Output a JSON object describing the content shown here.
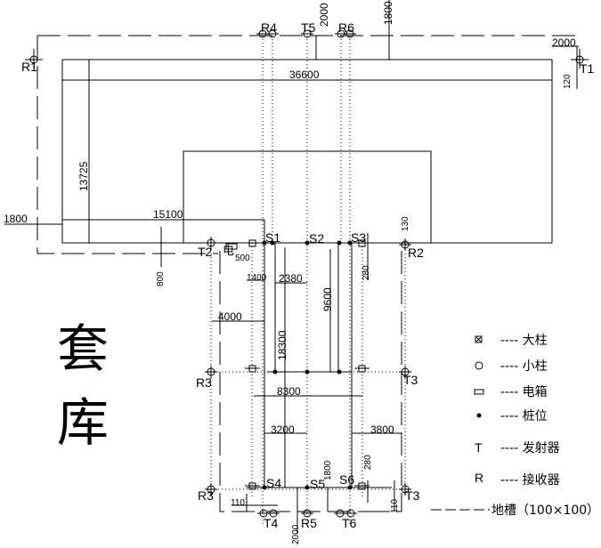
{
  "title": "套库",
  "title_chars": [
    "套",
    "库"
  ],
  "dimensions": {
    "total_width": "36600",
    "total_depth": "13725",
    "left_offset": "15100",
    "left_margin": "1800",
    "top_margin_1": "2000",
    "top_margin_2": "1800",
    "right_margin": "2000",
    "right_small": "120",
    "r2_small": "130",
    "box_offset": "500",
    "bottom_800": "800",
    "d1400": "1400",
    "d2380": "2380",
    "d9600": "9600",
    "d280a": "280",
    "d4000": "4000",
    "d18300": "18300",
    "d8300": "8300",
    "d3200": "3200",
    "d3800": "3800",
    "d1800b": "1800",
    "d280b": "280",
    "d110a": "110",
    "d110b": "110",
    "d2000b": "2000"
  },
  "points": {
    "R1": "R1",
    "T1": "T1",
    "R4": "R4",
    "T5": "T5",
    "R6": "R6",
    "S1": "S1",
    "S2": "S2",
    "S3": "S3",
    "T2": "T2",
    "R2": "R2",
    "R3a": "R3",
    "T3a": "T3",
    "S4": "S4",
    "S5": "S5",
    "S6": "S6",
    "R3b": "R3",
    "T3b": "T3",
    "T4": "T4",
    "R5": "R5",
    "T6": "T6",
    "box": "电"
  },
  "legend": [
    {
      "symbol": "large-column-icon",
      "label": "---- 大柱"
    },
    {
      "symbol": "small-column-icon",
      "label": "---- 小柱"
    },
    {
      "symbol": "electric-box-icon",
      "label": "---- 电箱"
    },
    {
      "symbol": "pile-icon",
      "label": "---- 桩位"
    },
    {
      "symbol": "T",
      "label": "---- 发射器"
    },
    {
      "symbol": "R",
      "label": "---- 接收器"
    },
    {
      "symbol": "trench-line-icon",
      "label": "地槽（100×100）"
    }
  ]
}
